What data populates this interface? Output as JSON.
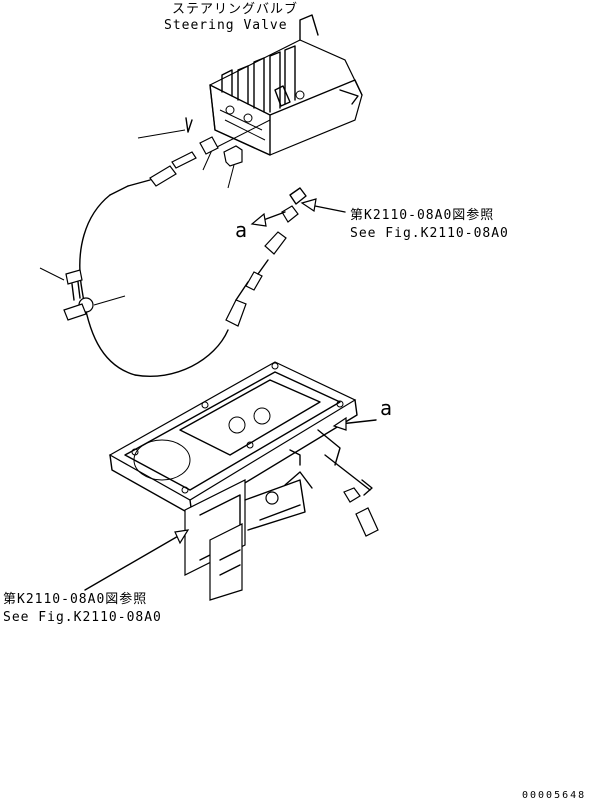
{
  "labels": {
    "valve_title_jp": "ステアリングバルブ",
    "valve_title_en": "Steering Valve",
    "ref_upper_jp": "第K2110-08A0図参照",
    "ref_upper_en": "See Fig.K2110-08A0",
    "ref_lower_jp": "第K2110-08A0図参照",
    "ref_lower_en": "See Fig.K2110-08A0",
    "view_mark_upper": "a",
    "view_mark_lower": "a",
    "drawing_number": "00005648"
  }
}
